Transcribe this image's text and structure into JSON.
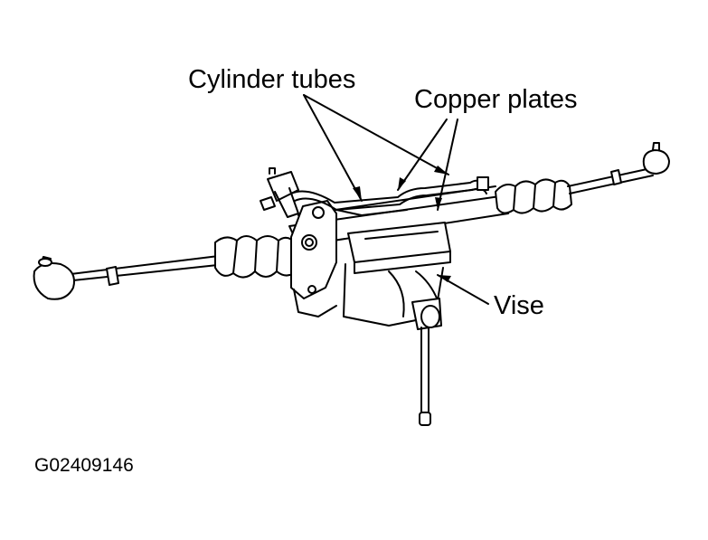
{
  "labels": {
    "cylinder_tubes": "Cylinder tubes",
    "copper_plates": "Copper plates",
    "vise": "Vise"
  },
  "figure_code": "G02409146",
  "colors": {
    "ink": "#000000",
    "paper": "#ffffff"
  }
}
